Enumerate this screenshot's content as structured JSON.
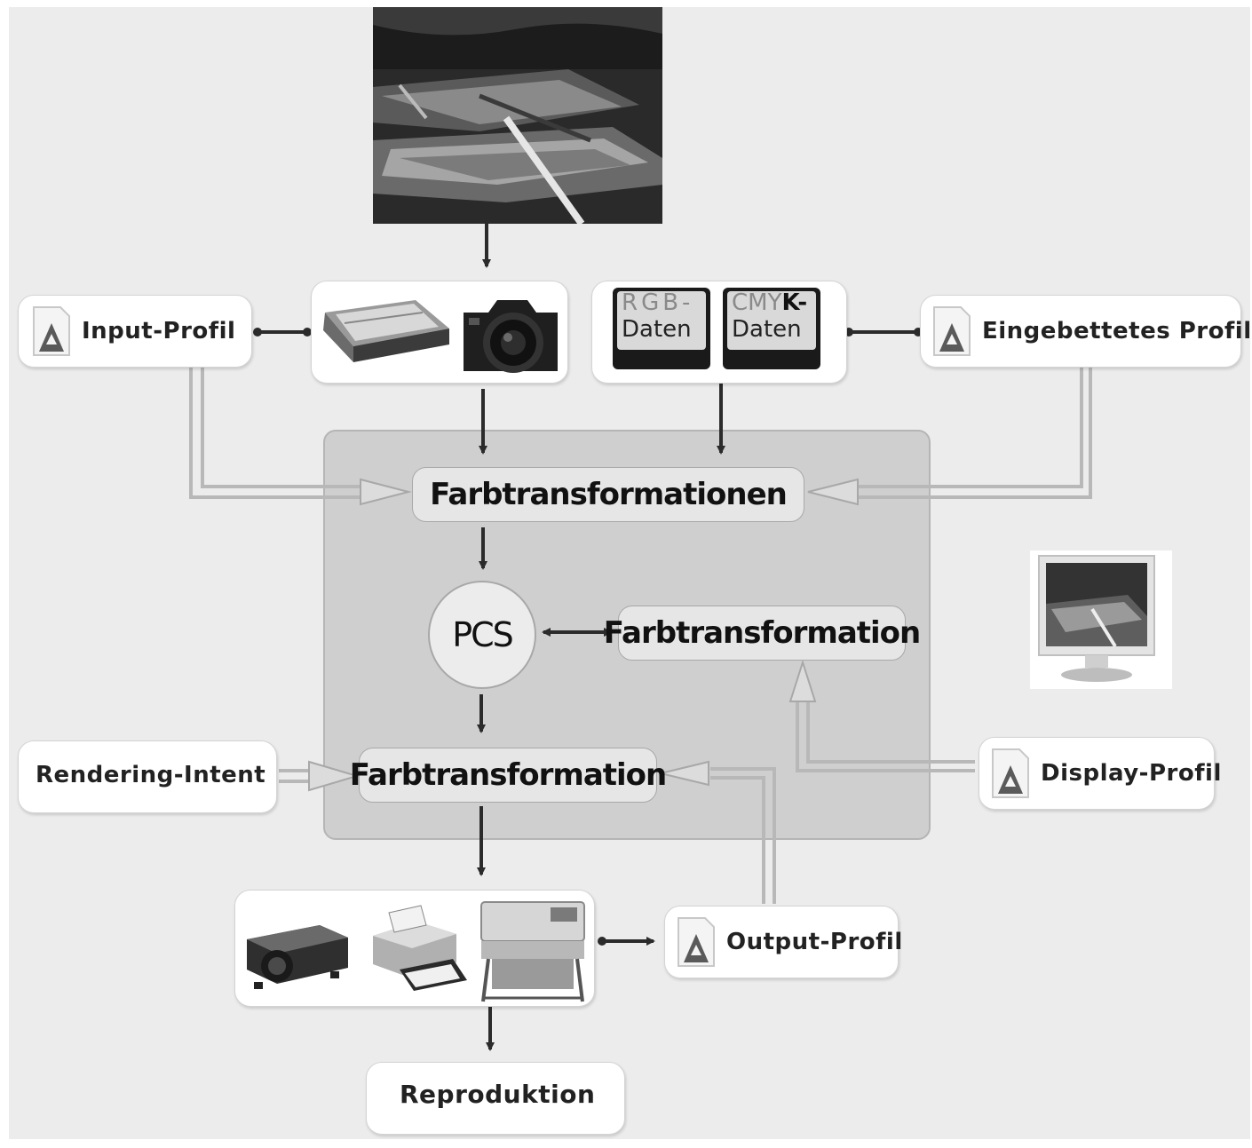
{
  "nodes": {
    "input_profile": "Input-Profil",
    "embedded_profile": "Eingebettetes Profil",
    "rgb_key_colored": "RGB-",
    "rgb_key_data": "Daten",
    "cmyk_key_colored": "CMY",
    "cmyk_key_bold": "K-",
    "cmyk_key_data": "Daten",
    "color_transformations": "Farbtransformationen",
    "pcs": "PCS",
    "color_transformation_display": "Farbtransformation",
    "rendering_intent": "Rendering-Intent",
    "color_transformation_output": "Farbtransformation",
    "display_profile": "Display-Profil",
    "output_profile": "Output-Profil",
    "reproduction": "Reproduktion"
  },
  "colors": {
    "canvas": "#ececec",
    "panel": "#cfcfcf",
    "pill": "#e6e6e6",
    "arrow_dark": "#2b2b2b",
    "arrow_light": "#bdbdbd"
  }
}
